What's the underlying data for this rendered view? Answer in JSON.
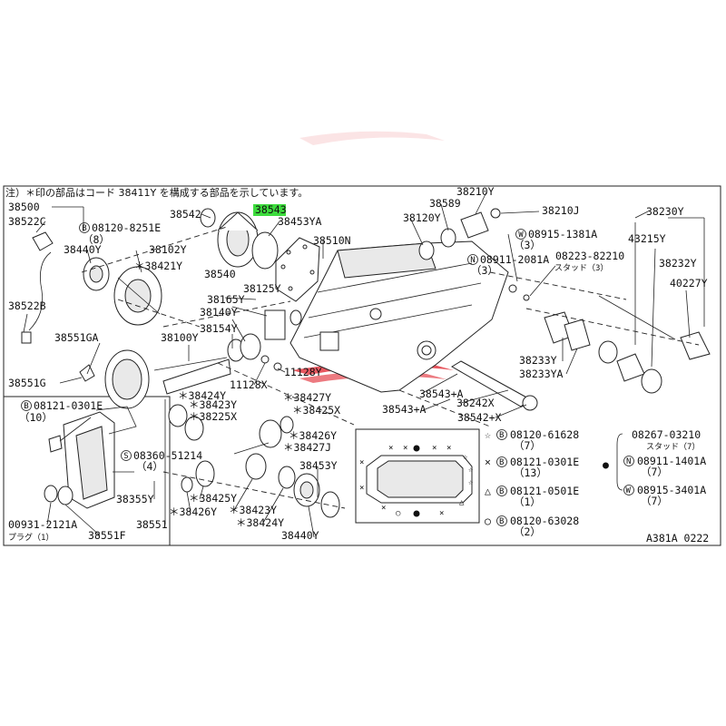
{
  "note": "注）＊印の部品はコード 38411Y を構成する部品を示しています。",
  "figure_code": "A381A 0222",
  "highlight_color": "#3ddc3d",
  "watermark_color": "#e0202a",
  "labels": [
    {
      "id": "38500",
      "text": "38500"
    },
    {
      "id": "38522C",
      "text": "38522C"
    },
    {
      "id": "38542",
      "text": "38542"
    },
    {
      "id": "38543",
      "text": "38543",
      "highlight": true
    },
    {
      "id": "38453YA",
      "text": "38453YA"
    },
    {
      "id": "38120Y",
      "text": "38120Y"
    },
    {
      "id": "38589",
      "text": "38589"
    },
    {
      "id": "38210Y",
      "text": "38210Y"
    },
    {
      "id": "38210J",
      "text": "38210J"
    },
    {
      "id": "38230Y",
      "text": "38230Y"
    },
    {
      "id": "b08120-8251E",
      "text": "08120-8251E"
    },
    {
      "id": "q8",
      "text": "（8）"
    },
    {
      "id": "38510N",
      "text": "38510N"
    },
    {
      "id": "w08915-1381A",
      "text": "08915-1381A"
    },
    {
      "id": "q3a",
      "text": "（3）"
    },
    {
      "id": "43215Y",
      "text": "43215Y"
    },
    {
      "id": "38440Y-a",
      "text": "38440Y"
    },
    {
      "id": "38102Y",
      "text": "38102Y"
    },
    {
      "id": "08223-82210",
      "text": "08223-82210"
    },
    {
      "id": "stud3",
      "text": "スタッド（3）"
    },
    {
      "id": "38421Y",
      "text": "＊38421Y"
    },
    {
      "id": "n08911-2081A",
      "text": "08911-2081A"
    },
    {
      "id": "q3b",
      "text": "（3）"
    },
    {
      "id": "38232Y",
      "text": "38232Y"
    },
    {
      "id": "38540",
      "text": "38540"
    },
    {
      "id": "38125Y",
      "text": "38125Y"
    },
    {
      "id": "40227Y",
      "text": "40227Y"
    },
    {
      "id": "38522B",
      "text": "38522B"
    },
    {
      "id": "38165Y",
      "text": "38165Y"
    },
    {
      "id": "38140Y",
      "text": "38140Y"
    },
    {
      "id": "38551GA",
      "text": "38551GA"
    },
    {
      "id": "38154Y",
      "text": "38154Y"
    },
    {
      "id": "38100Y",
      "text": "38100Y"
    },
    {
      "id": "38233Y",
      "text": "38233Y"
    },
    {
      "id": "38233YA",
      "text": "38233YA"
    },
    {
      "id": "11128Y",
      "text": "11128Y"
    },
    {
      "id": "11128X",
      "text": "11128X"
    },
    {
      "id": "38551G",
      "text": "38551G"
    },
    {
      "id": "38424Y-a",
      "text": "＊38424Y"
    },
    {
      "id": "38427Y",
      "text": "＊38427Y"
    },
    {
      "id": "38543A-a",
      "text": "38543+A"
    },
    {
      "id": "38242X",
      "text": "38242X"
    },
    {
      "id": "38423Y-a",
      "text": "＊38423Y"
    },
    {
      "id": "38425X",
      "text": "＊38425X"
    },
    {
      "id": "38543A-b",
      "text": "38543+A"
    },
    {
      "id": "38542X",
      "text": "38542+X"
    },
    {
      "id": "b08121-0301E",
      "text": "08121-0301E"
    },
    {
      "id": "q10",
      "text": "（10）"
    },
    {
      "id": "38225X",
      "text": "＊38225X"
    },
    {
      "id": "38426Y-a",
      "text": "＊38426Y"
    },
    {
      "id": "38427J",
      "text": "＊38427J"
    },
    {
      "id": "s08360-51214",
      "text": "08360-51214"
    },
    {
      "id": "q4",
      "text": "（4）"
    },
    {
      "id": "38453Y",
      "text": "38453Y"
    },
    {
      "id": "38355Y",
      "text": "38355Y"
    },
    {
      "id": "38425Y",
      "text": "＊38425Y"
    },
    {
      "id": "38426Y-b",
      "text": "＊38426Y"
    },
    {
      "id": "38423Y-b",
      "text": "＊38423Y"
    },
    {
      "id": "00931-2121A",
      "text": "00931-2121A"
    },
    {
      "id": "plug1",
      "text": "プラグ（1）"
    },
    {
      "id": "38551",
      "text": "38551"
    },
    {
      "id": "38424Y-b",
      "text": "＊38424Y"
    },
    {
      "id": "38551F",
      "text": "38551F"
    },
    {
      "id": "38440Y-b",
      "text": "38440Y"
    }
  ],
  "legend": {
    "rows": [
      {
        "symbol": "☆",
        "code": "08120-61628",
        "circled": "B",
        "qty": "（7）"
      },
      {
        "symbol": "×",
        "code": "08121-0301E",
        "circled": "B",
        "qty": "（13）"
      },
      {
        "symbol": "△",
        "code": "08121-0501E",
        "circled": "B",
        "qty": "（1）"
      },
      {
        "symbol": "○",
        "code": "08120-63028",
        "circled": "B",
        "qty": "（2）"
      }
    ],
    "right": {
      "stud_code": "08267-03210",
      "stud_qty": "スタッド（7）",
      "nut_code": "08911-1401A",
      "nut_circled": "N",
      "nut_qty": "（7）",
      "washer_code": "08915-3401A",
      "washer_circled": "W",
      "washer_qty": "（7）",
      "bullet": "●"
    }
  }
}
